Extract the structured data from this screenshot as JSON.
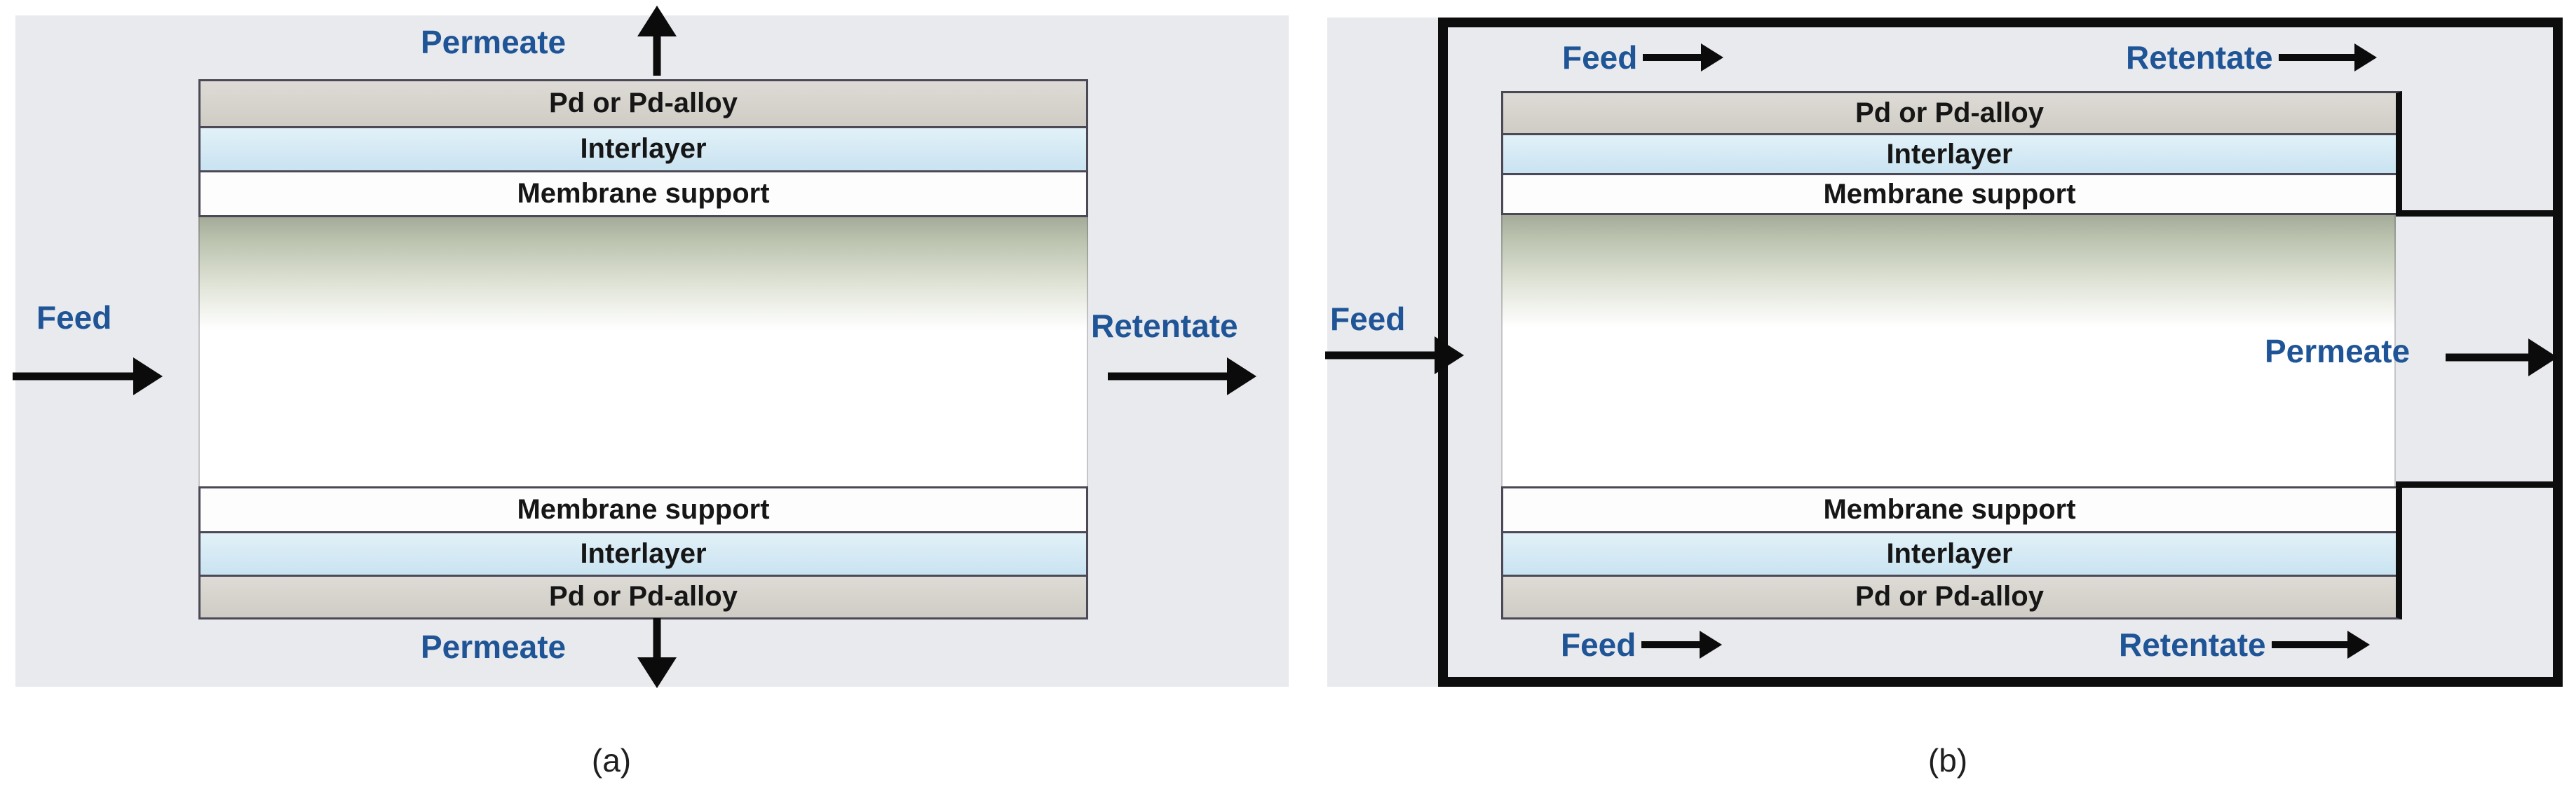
{
  "figure": {
    "description_a": "Planar membrane sheet with feed flowing between two Pd-membrane stacks; permeate exits top and bottom",
    "description_b": "Membrane module with feed channels at top and bottom and central permeate channel exiting right"
  },
  "colors": {
    "page_bg": "#ffffff",
    "panel_bg": "#e9eaee",
    "pd_layer": "#d6d2cb",
    "interlayer": "#cde5f2",
    "membrane_support": "#fdfdfe",
    "layer_border": "#4c4956",
    "outer_border": "#0d0d0d",
    "stream_label_blue": "#1f5596",
    "arrow_black": "#0b0b0b",
    "channel_gradient_top": "#a4ab99"
  },
  "panel_a": {
    "caption": "(a)",
    "streams": {
      "permeate_top": "Permeate",
      "feed": "Feed",
      "retentate": "Retentate",
      "permeate_bottom": "Permeate"
    },
    "layers": {
      "top": [
        "Pd or Pd-alloy",
        "Interlayer",
        "Membrane support"
      ],
      "bottom": [
        "Membrane support",
        "Interlayer",
        "Pd or Pd-alloy"
      ]
    }
  },
  "panel_b": {
    "caption": "(b)",
    "streams": {
      "feed_top": "Feed",
      "retentate_top": "Retentate",
      "feed_mid": "Feed",
      "permeate": "Permeate",
      "feed_bottom": "Feed",
      "retentate_bottom": "Retentate"
    },
    "layers": {
      "top": [
        "Pd or Pd-alloy",
        "Interlayer",
        "Membrane support"
      ],
      "bottom": [
        "Membrane support",
        "Interlayer",
        "Pd or Pd-alloy"
      ]
    }
  }
}
